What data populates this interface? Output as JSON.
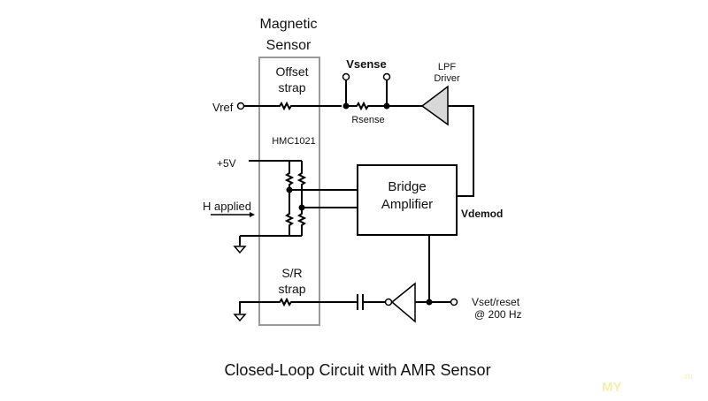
{
  "diagram": {
    "caption": "Closed-Loop Circuit with AMR Sensor",
    "sensor_box": {
      "title_line1": "Magnetic",
      "title_line2": "Sensor",
      "chip": "HMC1021"
    },
    "offset_strap": {
      "line1": "Offset",
      "line2": "strap"
    },
    "sr_strap": {
      "line1": "S/R",
      "line2": "strap"
    },
    "labels": {
      "vref": "Vref",
      "vsense": "Vsense",
      "rsense": "Rsense",
      "lpf_line1": "LPF",
      "lpf_line2": "Driver",
      "plus5v": "+5V",
      "h_applied": "H applied",
      "bridge_line1": "Bridge",
      "bridge_line2": "Amplifier",
      "vdemod": "Vdemod",
      "vset_line1": "Vset/reset",
      "vset_line2": "@ 200 Hz"
    },
    "colors": {
      "box_outline": "#9a9a9a",
      "wire": "#000000",
      "lpf_fill": "#d8d8d8",
      "watermark": "#f3e88a"
    },
    "watermark": {
      "left": "MY",
      "right": ".ru"
    }
  }
}
